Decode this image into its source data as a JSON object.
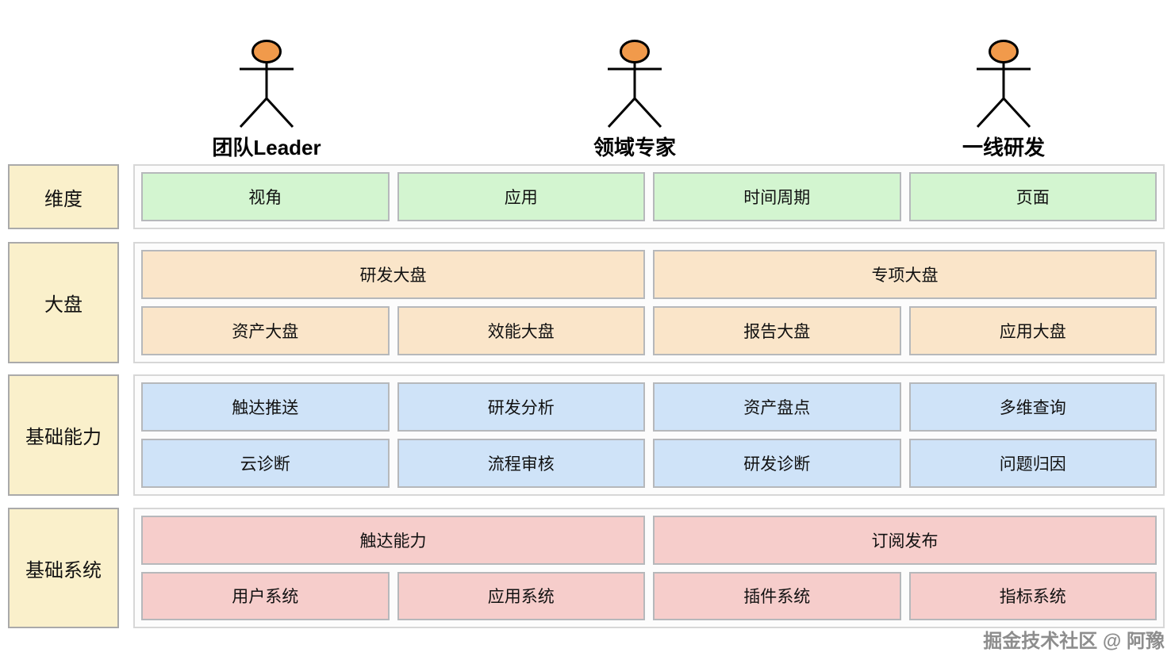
{
  "actors": [
    {
      "label": "团队Leader"
    },
    {
      "label": "领域专家"
    },
    {
      "label": "一线研发"
    }
  ],
  "rows": [
    {
      "label": "维度",
      "sub1": [
        "视角",
        "应用",
        "时间周期",
        "页面"
      ]
    },
    {
      "label": "大盘",
      "sub1": [
        "研发大盘",
        "专项大盘"
      ],
      "sub2": [
        "资产大盘",
        "效能大盘",
        "报告大盘",
        "应用大盘"
      ]
    },
    {
      "label": "基础能力",
      "sub1": [
        "触达推送",
        "研发分析",
        "资产盘点",
        "多维查询"
      ],
      "sub2": [
        "云诊断",
        "流程审核",
        "研发诊断",
        "问题归因"
      ]
    },
    {
      "label": "基础系统",
      "sub1": [
        "触达能力",
        "订阅发布"
      ],
      "sub2": [
        "用户系统",
        "应用系统",
        "插件系统",
        "指标系统"
      ]
    }
  ],
  "watermark": "掘金技术社区 @ 阿豫",
  "colors": {
    "label_bg": "#FAF0CB",
    "dimension_bg": "#D3F5D0",
    "dashboard_bg": "#FAE5C9",
    "capability_bg": "#CFE3F8",
    "system_bg": "#F6CDCB",
    "actor_head": "#F19A4B"
  }
}
